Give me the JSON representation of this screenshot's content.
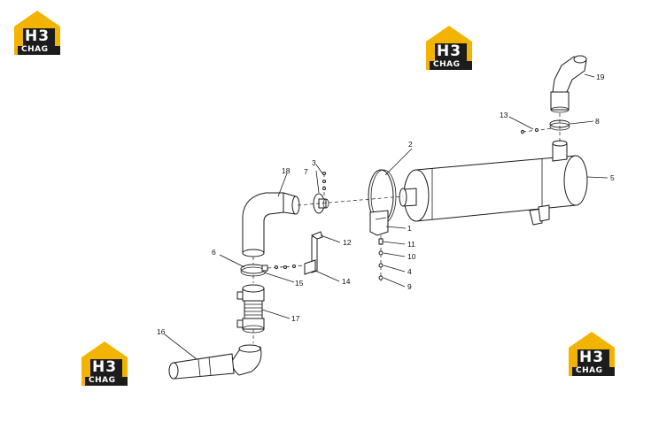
{
  "brand": {
    "logo_top_letters": "H3",
    "logo_bottom_letters": "CHAG",
    "colors": {
      "yellow": "#f2b400",
      "dark": "#1c1c1c",
      "white": "#ffffff"
    }
  },
  "callouts": {
    "c1": "1",
    "c2": "2",
    "c3": "3",
    "c4": "4",
    "c5": "5",
    "c6": "6",
    "c7": "7",
    "c8": "8",
    "c9": "9",
    "c10": "10",
    "c11": "11",
    "c12": "12",
    "c13": "13",
    "c14": "14",
    "c15": "15",
    "c16": "16",
    "c17": "17",
    "c18": "18",
    "c19": "19"
  }
}
